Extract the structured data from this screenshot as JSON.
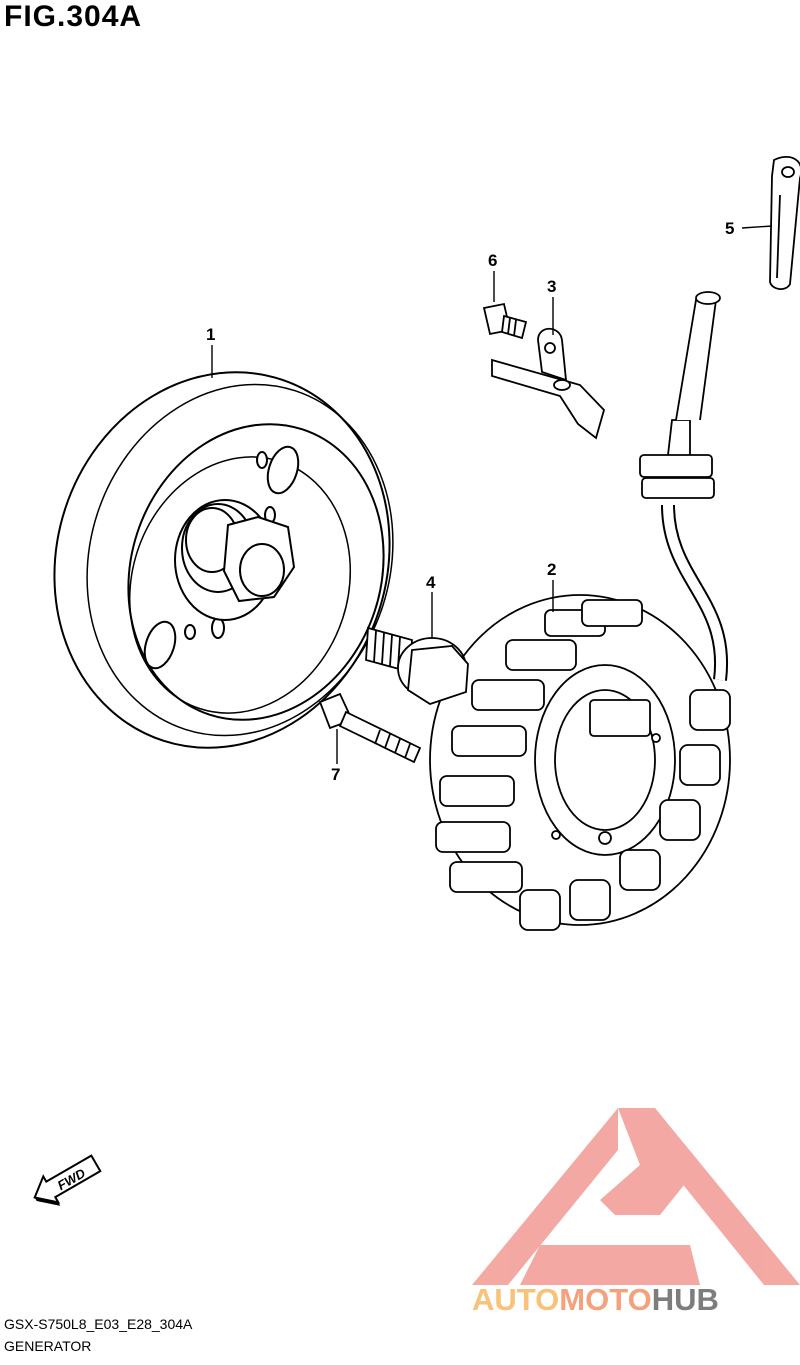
{
  "figure": {
    "title": "FIG.304A",
    "code": "GSX-S750L8_E03_E28_304A",
    "description": "GENERATOR"
  },
  "callouts": [
    {
      "id": "1",
      "label": "1"
    },
    {
      "id": "2",
      "label": "2"
    },
    {
      "id": "3",
      "label": "3"
    },
    {
      "id": "4",
      "label": "4"
    },
    {
      "id": "5",
      "label": "5"
    },
    {
      "id": "6",
      "label": "6"
    },
    {
      "id": "7",
      "label": "7"
    }
  ],
  "direction_marker": {
    "label": "FWD",
    "icon": "forward-arrow-icon"
  },
  "watermark": {
    "part1": "AUTO",
    "part2": "MOTO",
    "part3": "HUB",
    "colors": {
      "auto": "#f8c27a",
      "moto": "#f4a27e",
      "hub": "#7d7d7d",
      "logo": "#f29a93"
    }
  }
}
